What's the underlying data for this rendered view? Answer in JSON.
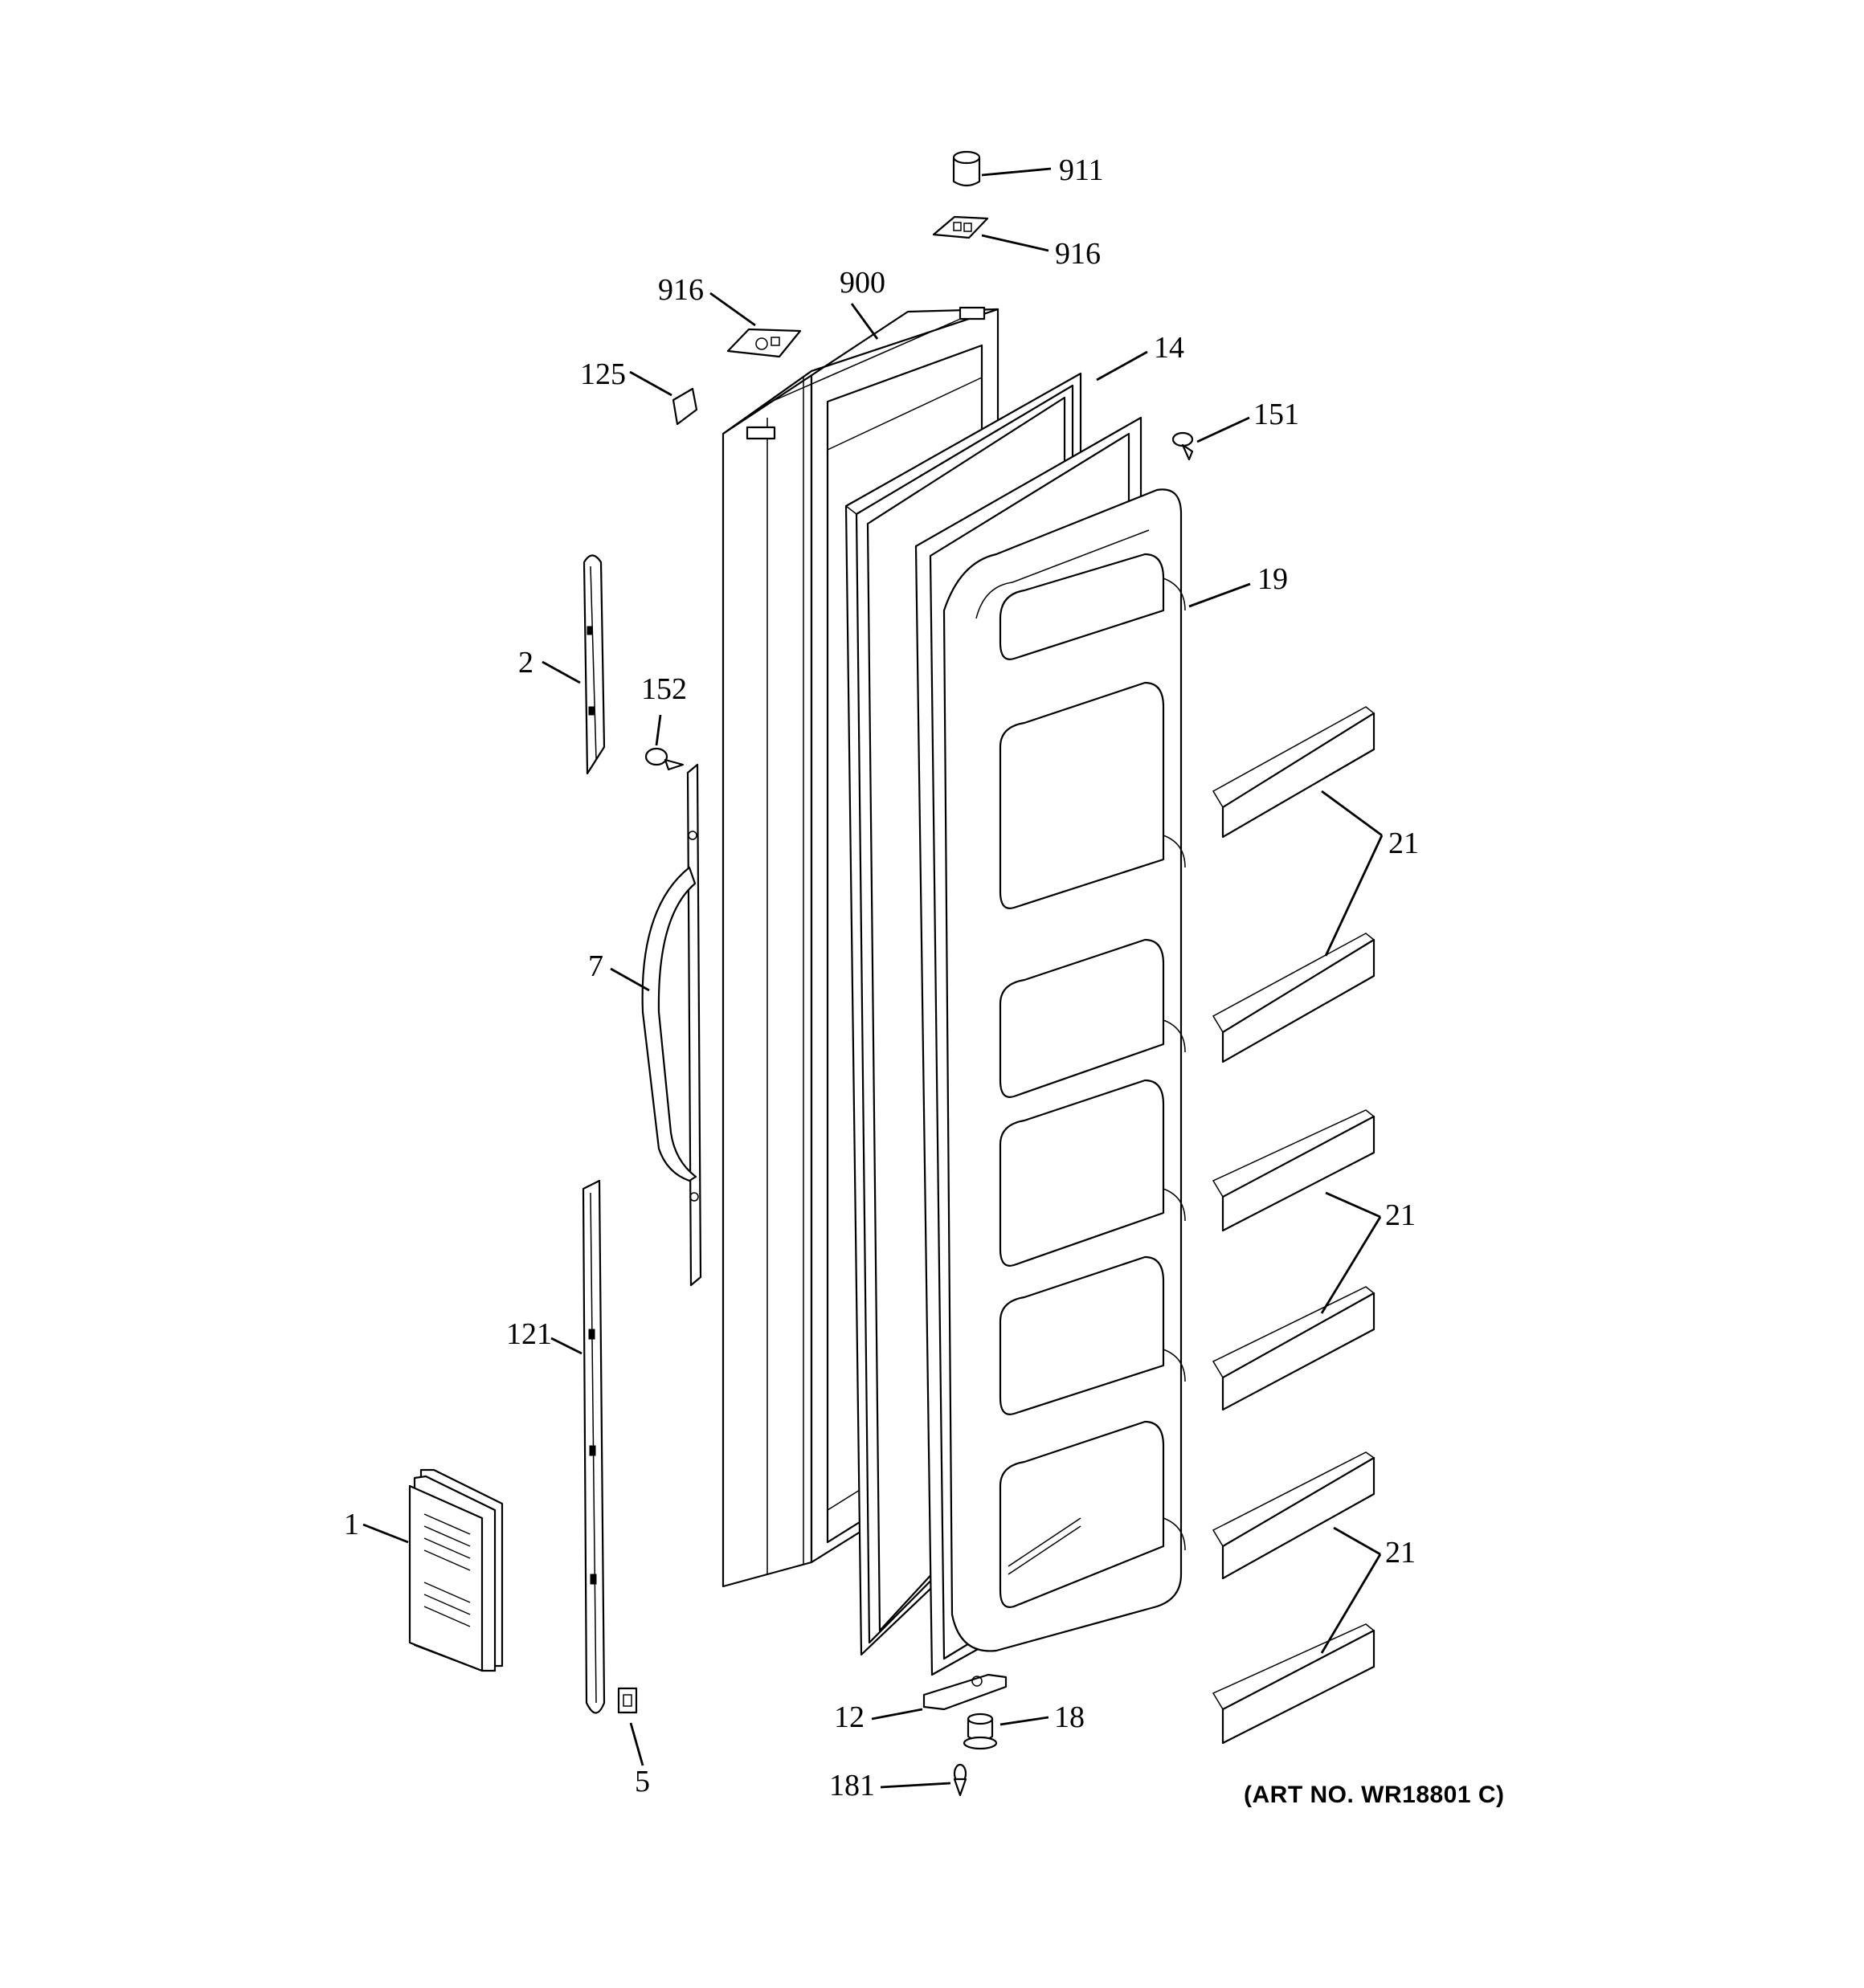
{
  "diagram": {
    "callouts": {
      "c911": "911",
      "c916_top": "916",
      "c916_left": "916",
      "c900": "900",
      "c14": "14",
      "c125": "125",
      "c151": "151",
      "c19": "19",
      "c2": "2",
      "c152": "152",
      "c21_a": "21",
      "c7": "7",
      "c21_b": "21",
      "c121": "121",
      "c1": "1",
      "c21_c": "21",
      "c12": "12",
      "c18": "18",
      "c5": "5",
      "c181": "181"
    },
    "art_number": "(ART NO. WR18801 C)"
  }
}
